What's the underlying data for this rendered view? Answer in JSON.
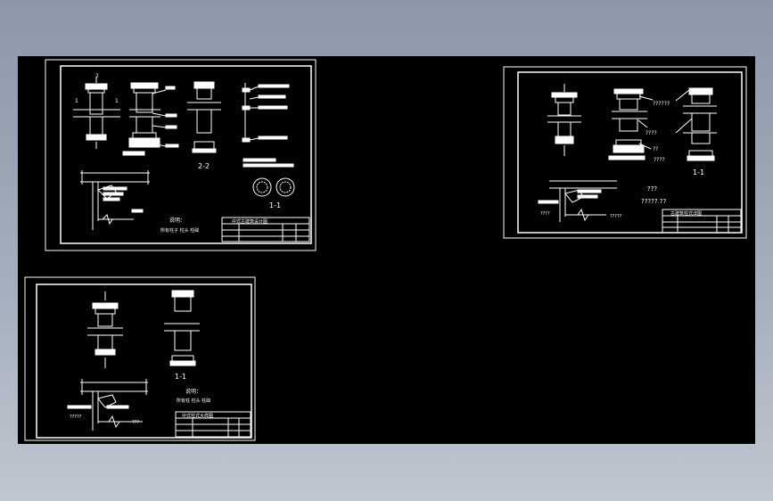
{
  "canvas": {
    "background": "#000000",
    "ink": "#ffffff"
  },
  "sheets": [
    {
      "id": "sheet-1",
      "section_labels": [
        "2-2",
        "1-1"
      ],
      "axis_labels": [
        "2",
        "1",
        "1"
      ],
      "note_title": "说明：",
      "note_body": "所有柱子 柱头 柱础",
      "title_block": "中式古建筑设计图"
    },
    {
      "id": "sheet-2",
      "section_labels": [
        "1-1"
      ],
      "note_title": "???",
      "note_body": "?????.??",
      "callouts": [
        "??????",
        "????",
        "??",
        "????",
        "?????",
        "????"
      ],
      "title_block": "古建筑柱式详图"
    },
    {
      "id": "sheet-3",
      "section_labels": [
        "1-1"
      ],
      "note_title": "说明：",
      "note_body": "所有柱 柱头 柱础",
      "callouts": [
        "?????",
        "???"
      ],
      "title_block": "中式柱式大样图"
    }
  ]
}
